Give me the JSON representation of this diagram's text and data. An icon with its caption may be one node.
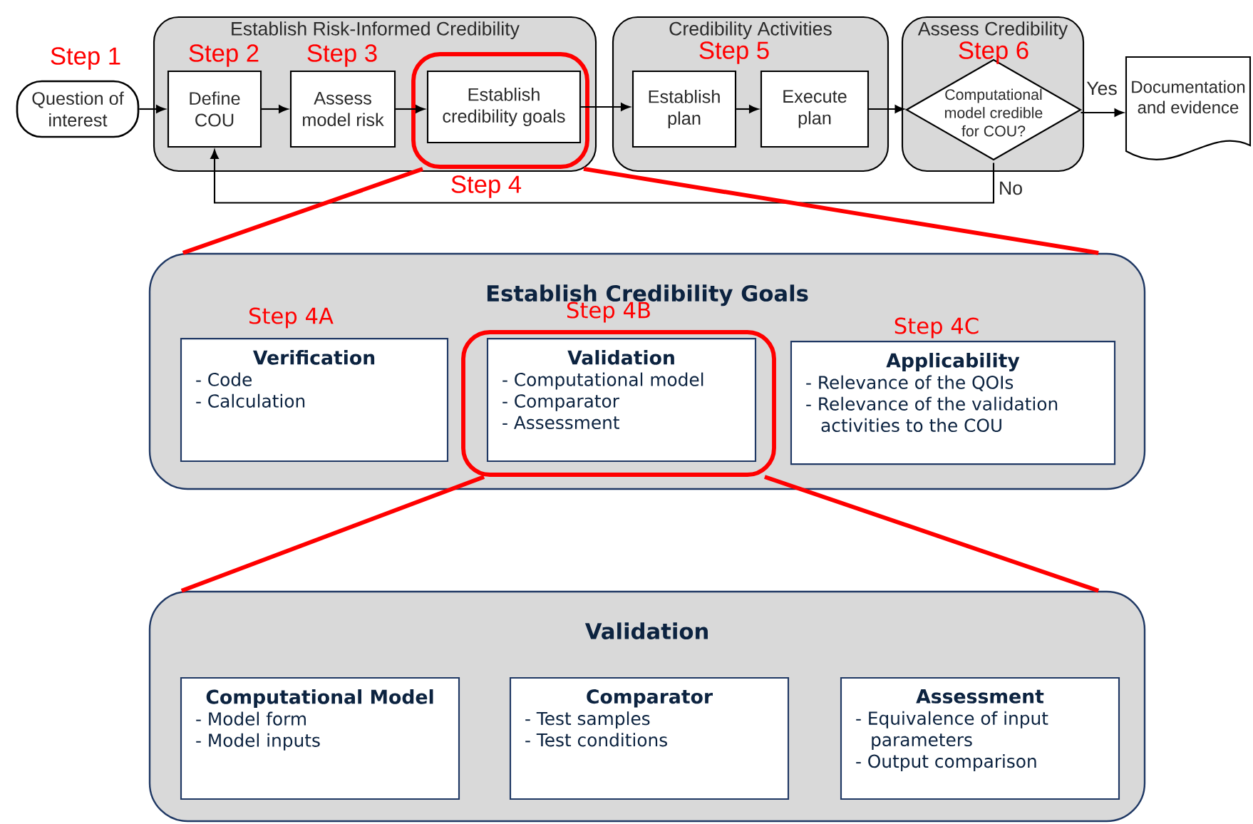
{
  "diagram": {
    "nodes": [
      {
        "text": [
          "Question of interest"
        ],
        "beside": [
          "Step 1"
        ]
      },
      {
        "text": [
          "Establish Risk-Informed Credibility"
        ]
      },
      {
        "text": [
          "Define COU"
        ],
        "in": 1,
        "beside": [
          "Step 2"
        ]
      },
      {
        "text": [
          "Assess model risk"
        ],
        "in": 1,
        "beside": [
          "Step 3"
        ]
      },
      {
        "text": [],
        "shape": "box",
        "in": 1,
        "beside": [
          "Step 4"
        ]
      },
      {
        "text": [
          "Establish credibility goals"
        ],
        "in": 4
      },
      {
        "text": [
          "Credibility Activities"
        ],
        "beside": [
          "Step 5"
        ]
      },
      {
        "text": [
          "Establish plan"
        ],
        "in": 6
      },
      {
        "text": [
          "Execute plan"
        ],
        "in": 6
      },
      {
        "text": [
          "Assess Credibility"
        ]
      },
      {
        "text": [
          "Computational model credible for COU?"
        ],
        "in": 9,
        "beside": [
          "Step 6"
        ]
      },
      {
        "text": [
          "Documentation and evidence"
        ]
      },
      {
        "text": [
          "Establish Credibility Goals"
        ]
      },
      {
        "text": [
          "Verification",
          "- Code",
          "- Calculation"
        ],
        "in": 12,
        "beside": [
          "Step 4A"
        ]
      },
      {
        "text": [],
        "shape": "box",
        "in": 12
      },
      {
        "text": [
          "Validation",
          "- Computational model",
          "- Comparator",
          "- Assessment"
        ],
        "in": 14,
        "beside": [
          "Step 4B"
        ]
      },
      {
        "text": [
          "Applicability",
          "- Relevance of the QOIs",
          "- Relevance of the validation activities to the COU"
        ],
        "in": 12,
        "beside": [
          "Step 4C"
        ]
      },
      {
        "text": [
          "Validation"
        ]
      },
      {
        "text": [
          "Computational Model",
          "- Model form",
          "- Model inputs"
        ],
        "in": 17
      },
      {
        "text": [
          "Comparator",
          "- Test samples",
          "- Test conditions"
        ],
        "in": 17
      },
      {
        "text": [
          "Assessment",
          "- Equivalence of input parameters",
          "- Output comparison"
        ],
        "in": 17
      }
    ],
    "edges": [
      {
        "from": 0,
        "to": 2,
        "arrow": "to"
      },
      {
        "from": 2,
        "to": 3,
        "arrow": "to"
      },
      {
        "from": 3,
        "to": 5,
        "arrow": "to"
      },
      {
        "from": 5,
        "to": 7,
        "arrow": "to"
      },
      {
        "from": 7,
        "to": 8,
        "arrow": "to"
      },
      {
        "from": 8,
        "to": 10,
        "arrow": "to"
      },
      {
        "from": 10,
        "to": 11,
        "arrow": "to",
        "label": "Yes"
      },
      {
        "from": 10,
        "to": 2,
        "arrow": "to",
        "label": "No"
      },
      {
        "from": 4,
        "to": 12,
        "arrow": "none",
        "style": "thick",
        "color": "#ff0000"
      },
      {
        "from": 4,
        "to": 12,
        "arrow": "none",
        "style": "thick",
        "color": "#ff0000"
      },
      {
        "from": 14,
        "to": 17,
        "arrow": "none",
        "style": "thick",
        "color": "#ff0000"
      },
      {
        "from": 14,
        "to": 17,
        "arrow": "none",
        "style": "thick",
        "color": "#ff0000"
      }
    ]
  }
}
